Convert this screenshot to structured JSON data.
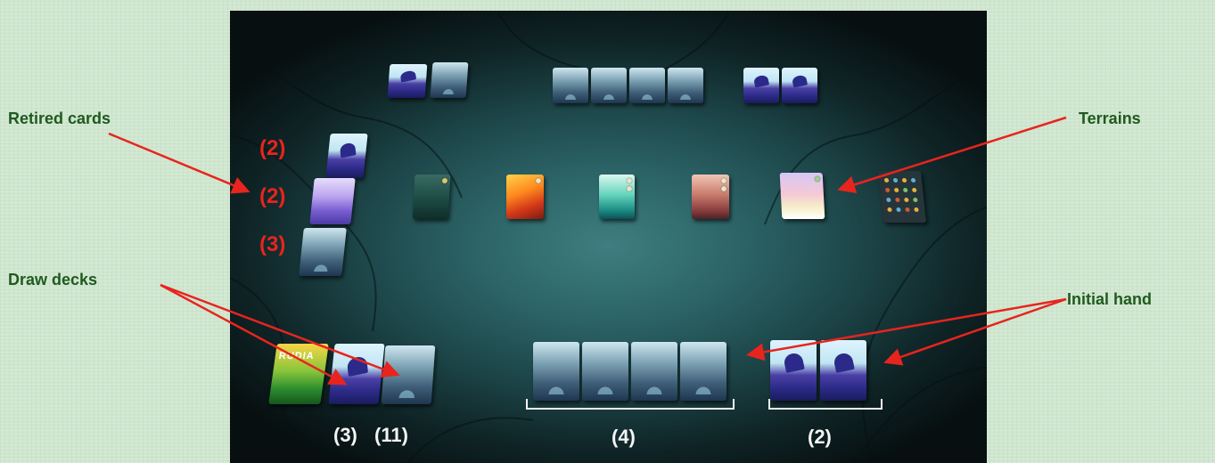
{
  "labels": {
    "retired_cards": "Retired cards",
    "draw_decks": "Draw decks",
    "terrains": "Terrains",
    "initial_hand": "Initial hand"
  },
  "counts": {
    "retired_1": "(2)",
    "retired_2": "(2)",
    "retired_3": "(3)",
    "deck_flower": "(3)",
    "deck_forest": "(11)",
    "hand_forest": "(4)",
    "hand_flower": "(2)"
  },
  "box_title": "RUDIA",
  "colors": {
    "annotation_text": "#1f5a1f",
    "arrow_red": "#e8241e",
    "count_red": "#e8241e",
    "count_white": "#f4f4f4",
    "page_background": "#cfe6cf",
    "board_center": "#3e7e80"
  },
  "card_types": [
    "forest-back",
    "flower-back",
    "purple-back",
    "jungle-terrain",
    "lava-terrain",
    "lagoon-terrain",
    "canyon-terrain",
    "pastel-terrain",
    "token-grid",
    "game-box"
  ]
}
